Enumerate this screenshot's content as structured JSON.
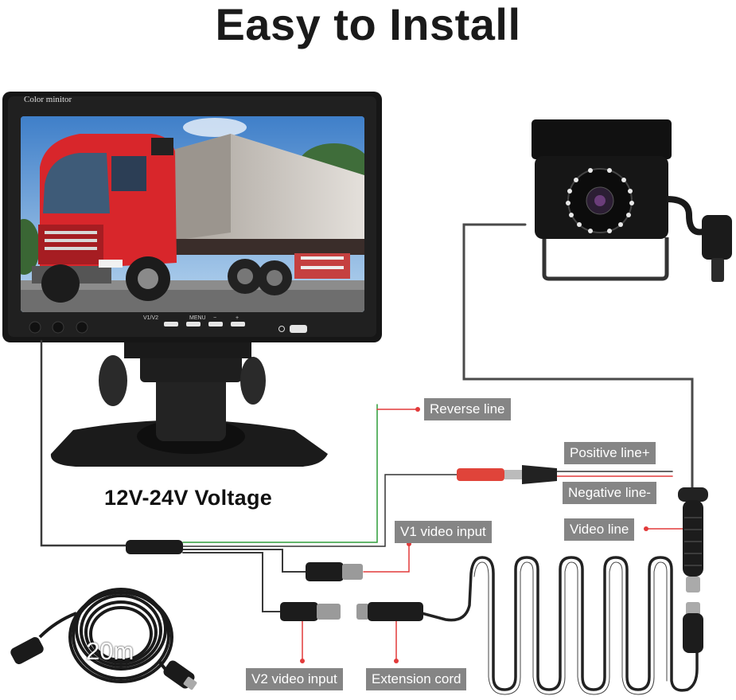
{
  "title": "Easy to Install",
  "voltage": "12V-24V Voltage",
  "cable_length": "20m",
  "monitor": {
    "brand": "Color minitor",
    "buttons": [
      "V1/V2",
      "MENU",
      "−",
      "+"
    ]
  },
  "labels": {
    "reverse": "Reverse line",
    "positive": "Positive line+",
    "negative": "Negative line-",
    "v1": "V1 video input",
    "video": "Video line",
    "v2": "V2 video input",
    "extension": "Extension cord"
  },
  "colors": {
    "label_bg": "#858585",
    "red_wire": "#e23a3a",
    "green_wire": "#2e9e3a",
    "cable": "#2a2a2a",
    "plug_red": "#e0443a"
  }
}
